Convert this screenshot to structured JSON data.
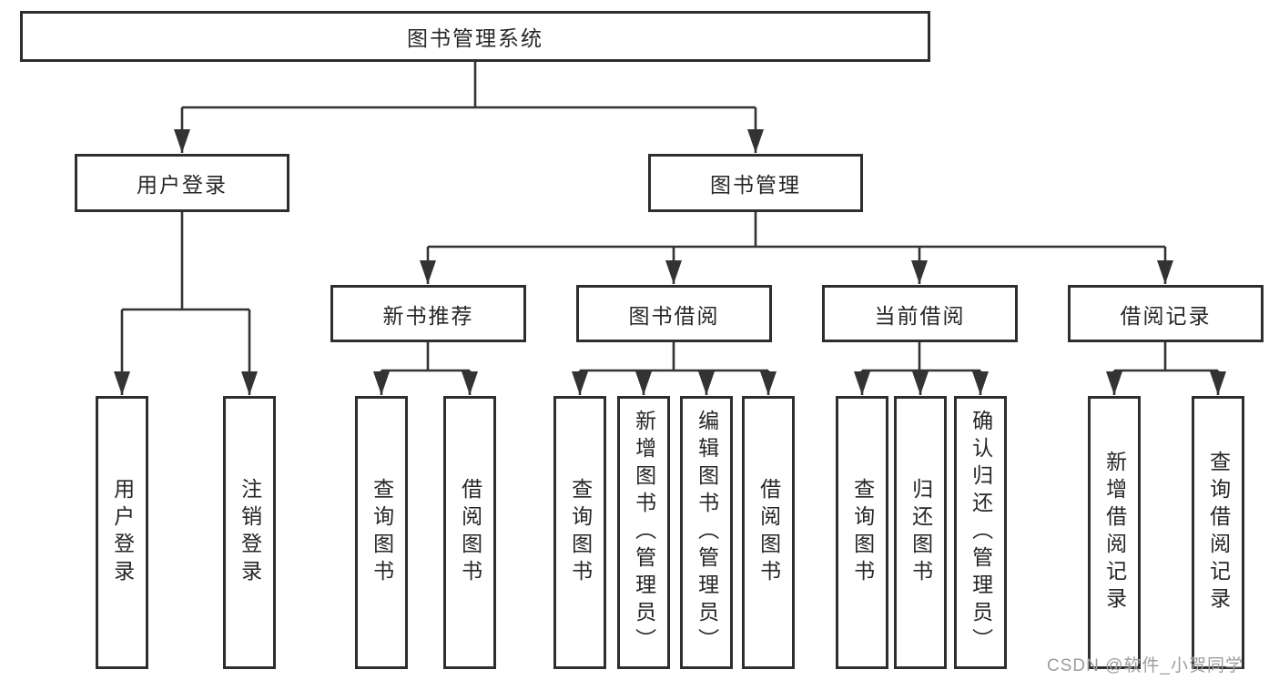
{
  "diagram": {
    "root": "图书管理系统",
    "branches": [
      {
        "label": "用户登录",
        "children": [
          {
            "label": "用户登录"
          },
          {
            "label": "注销登录"
          }
        ]
      },
      {
        "label": "图书管理",
        "groups": [
          {
            "label": "新书推荐",
            "children": [
              {
                "label": "查询图书"
              },
              {
                "label": "借阅图书"
              }
            ]
          },
          {
            "label": "图书借阅",
            "children": [
              {
                "label": "查询图书"
              },
              {
                "label": "新增图书（管理员）"
              },
              {
                "label": "编辑图书（管理员）"
              },
              {
                "label": "借阅图书"
              }
            ]
          },
          {
            "label": "当前借阅",
            "children": [
              {
                "label": "查询图书"
              },
              {
                "label": "归还图书"
              },
              {
                "label": "确认归还（管理员）"
              }
            ]
          },
          {
            "label": "借阅记录",
            "children": [
              {
                "label": "新增借阅记录"
              },
              {
                "label": "查询借阅记录"
              }
            ]
          }
        ]
      }
    ]
  },
  "watermark": "CSDN @软件_小贺同学",
  "colors": {
    "line": "#333333",
    "box_border": "#2e2e2e",
    "box_fill": "#ffffff",
    "text": "#262626",
    "watermark": "#9d9d9d",
    "background": "#ffffff"
  }
}
